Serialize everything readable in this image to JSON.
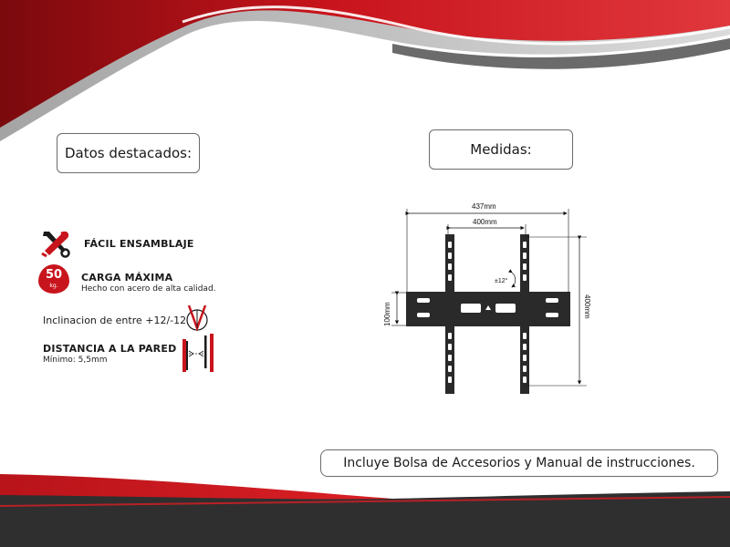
{
  "sections": {
    "highlights_title": "Datos destacados:",
    "measures_title": "Medidas:"
  },
  "features": [
    {
      "title": "FÁCIL ENSAMBLAJE",
      "icon": "tools-icon"
    },
    {
      "title": "CARGA MÁXIMA",
      "subtitle": "Hecho con acero de alta calidad.",
      "badge_value": "50",
      "badge_unit": "kg.",
      "icon": "weight-badge-icon"
    },
    {
      "title": "Inclinacion de entre +12/-12",
      "icon": "tilt-icon"
    },
    {
      "title": "DISTANCIA A LA PARED",
      "subtitle": "Mínimo: 5,5mm",
      "icon": "wall-distance-icon"
    }
  ],
  "diagram": {
    "width_outer": "437mm",
    "width_inner": "400mm",
    "height_left": "100mm",
    "height_right": "400mm",
    "tilt_label": "±12°"
  },
  "footer_note": "Incluye Bolsa de Accesorios y Manual de instrucciones.",
  "colors": {
    "accent_red": "#c8141c",
    "dark_red": "#8e0c10",
    "dark_grey": "#2f2f2f",
    "bracket": "#2a2a2a"
  }
}
